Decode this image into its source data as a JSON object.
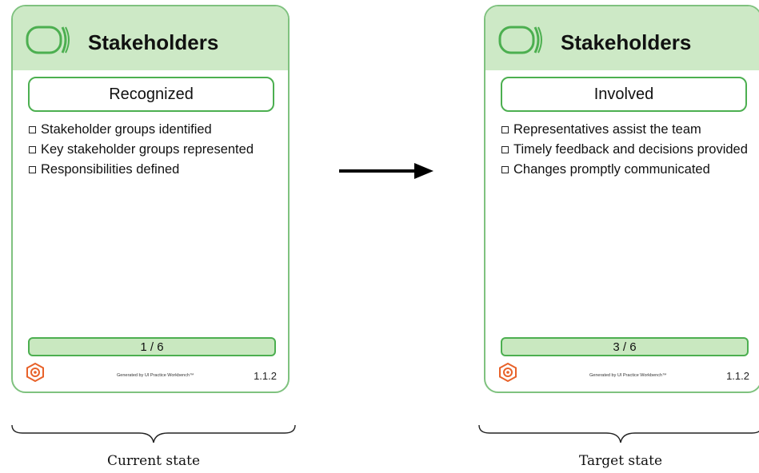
{
  "current": {
    "title": "Stakeholders",
    "state": "Recognized",
    "checklist": [
      "Stakeholder groups identified",
      "Key stakeholder groups represented",
      "Responsibilities defined"
    ],
    "progress": "1 / 6",
    "progress_value": 0.1667,
    "footer_text": "Generated by UI Practice Workbench™",
    "version": "1.1.2",
    "caption": "Current state"
  },
  "target": {
    "title": "Stakeholders",
    "state": "Involved",
    "checklist": [
      "Representatives assist the team",
      "Timely feedback and decisions provided",
      "Changes promptly communicated"
    ],
    "progress": "3 / 6",
    "progress_value": 0.5,
    "footer_text": "Generated by UI Practice Workbench™",
    "version": "1.1.2",
    "caption": "Target state"
  },
  "colors": {
    "header_fill": "#cde9c6",
    "accent_green": "#4caf50",
    "card_border": "#7fc27f",
    "logo_orange": "#e8622a"
  },
  "icons": {
    "alpha": "stakeholders-alpha-icon",
    "logo": "hexagon-gear-logo-icon",
    "arrow": "right-arrow-icon"
  }
}
